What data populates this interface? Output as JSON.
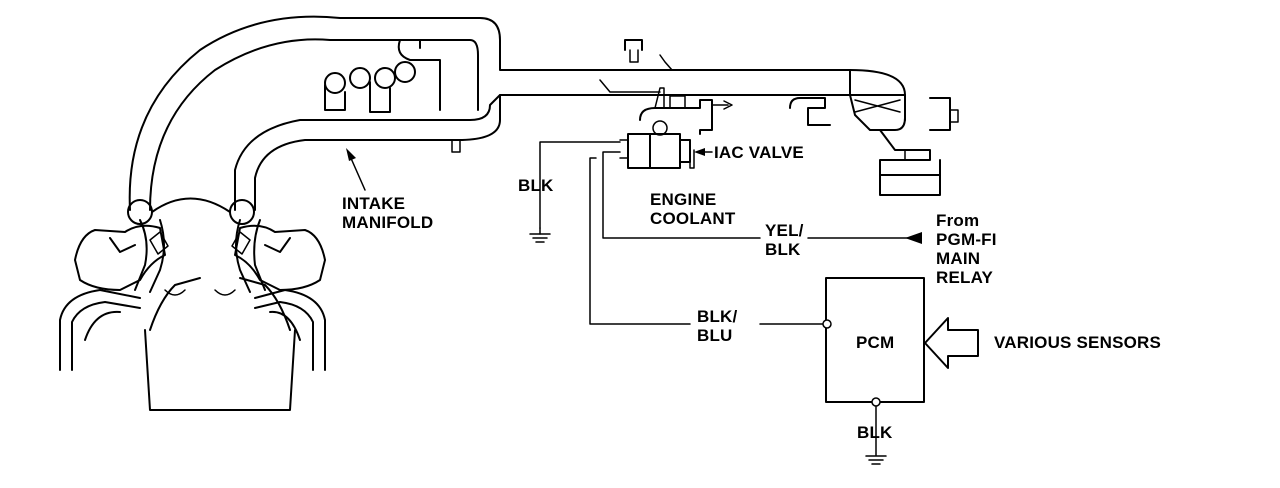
{
  "labels": {
    "intake_manifold": "INTAKE\nMANIFOLD",
    "iac_valve": "IAC VALVE",
    "engine_coolant": "ENGINE\nCOOLANT",
    "blk_ground_left": "BLK",
    "yel_blk": "YEL/\nBLK",
    "from_pgm_fi": "From\nPGM-FI\nMAIN\nRELAY",
    "blk_blu": "BLK/\nBLU",
    "pcm": "PCM",
    "various_sensors": "VARIOUS SENSORS",
    "blk_ground_pcm": "BLK"
  }
}
